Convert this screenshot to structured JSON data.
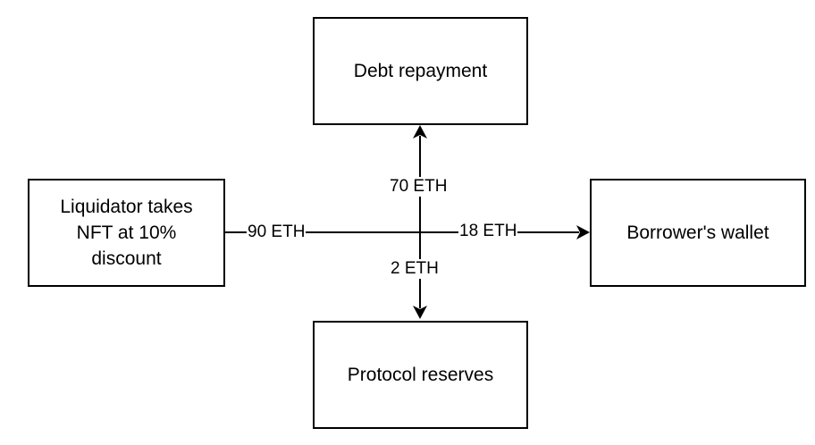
{
  "nodes": {
    "liquidator": "Liquidator takes\nNFT at 10%\ndiscount",
    "debt_repayment": "Debt repayment",
    "borrowers_wallet": "Borrower's wallet",
    "protocol_reserves": "Protocol reserves"
  },
  "edges": {
    "liquidator_in": "90 ETH",
    "to_debt_repayment": "70 ETH",
    "to_borrowers_wallet": "18 ETH",
    "to_protocol_reserves": "2 ETH"
  },
  "colors": {
    "stroke": "#000000",
    "background": "#ffffff"
  }
}
